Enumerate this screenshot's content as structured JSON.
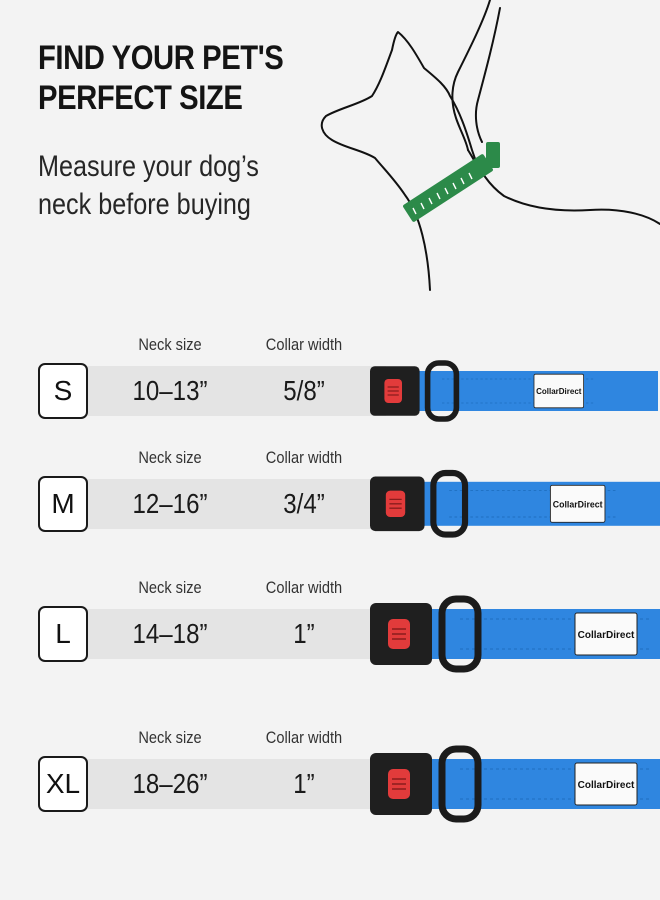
{
  "heading": {
    "line1": "FIND YOUR PET'S",
    "line2": "PERFECT SIZE"
  },
  "subheading": {
    "line1": "Measure your dog’s",
    "line2": "neck before buying"
  },
  "column_labels": {
    "neck": "Neck size",
    "width": "Collar width"
  },
  "brand": "CollarDirect",
  "colors": {
    "strap": "#2f86e0",
    "buckle": "#1f1f1f",
    "latch": "#e23b3b",
    "tape": "#2c8a49"
  },
  "sizes": [
    {
      "size": "S",
      "neck": "10–13”",
      "width": "5/8”"
    },
    {
      "size": "M",
      "neck": "12–16”",
      "width": "3/4”"
    },
    {
      "size": "L",
      "neck": "14–18”",
      "width": "1”"
    },
    {
      "size": "XL",
      "neck": "18–26”",
      "width": "1”"
    }
  ]
}
